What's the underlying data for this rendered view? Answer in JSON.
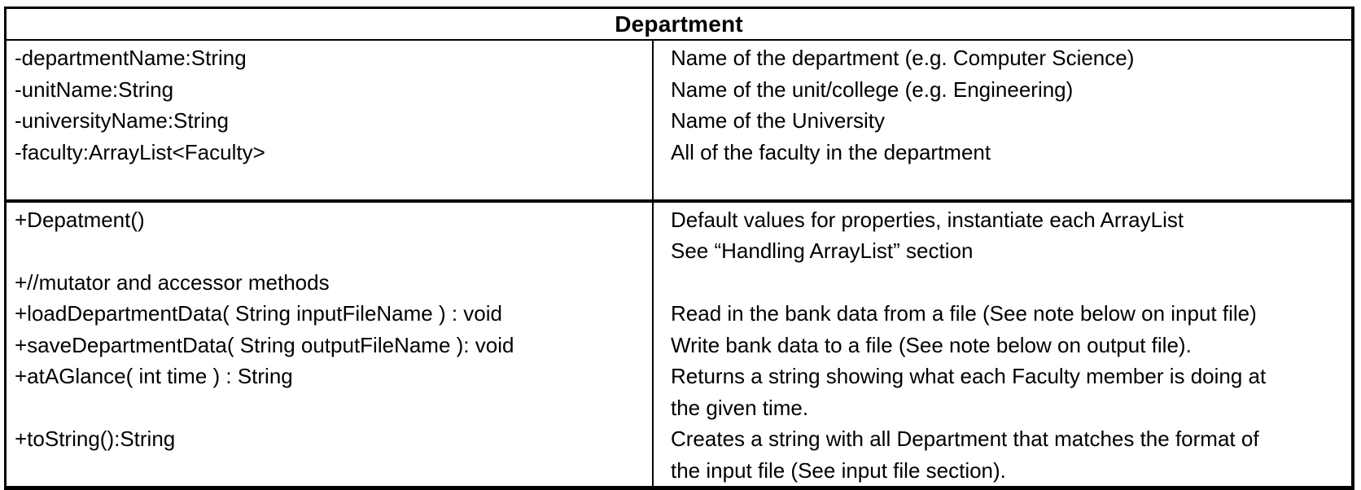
{
  "table": {
    "title": "Department",
    "colors": {
      "border": "#000000",
      "text": "#000000",
      "background": "#ffffff"
    },
    "sections": {
      "attributes": {
        "left": [
          "-departmentName:String",
          "-unitName:String",
          "-universityName:String",
          "-faculty:ArrayList<Faculty>",
          ""
        ],
        "right": [
          "Name of the department (e.g. Computer Science)",
          "Name of the unit/college (e.g. Engineering)",
          "Name of the University",
          "All of the faculty in the department",
          ""
        ]
      },
      "methods": {
        "left": [
          "+Depatment()",
          "",
          "+//mutator and accessor methods",
          "+loadDepartmentData( String inputFileName ) : void",
          "+saveDepartmentData( String outputFileName ): void",
          "+atAGlance( int time ) : String",
          "",
          "+toString():String",
          ""
        ],
        "right": [
          "Default values for properties, instantiate each ArrayList",
          "See “Handling ArrayList” section",
          "",
          "Read in the bank data from a file (See note below on input file)",
          "Write bank data to a file (See note below on output file).",
          "Returns a string showing what each Faculty member is doing at",
          "the given time.",
          "Creates a string with all Department that matches the format of",
          "the input file (See input file section)."
        ]
      }
    }
  }
}
